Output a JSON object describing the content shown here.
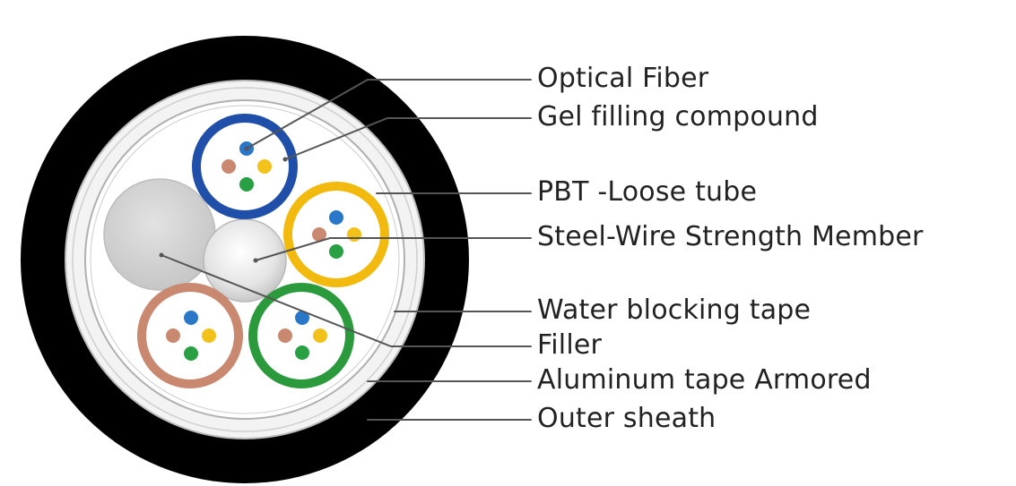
{
  "labels": {
    "optical_fiber": "Optical Fiber",
    "gel_filling_compound": "Gel filling compound",
    "pbt_loose_tube": "PBT -Loose tube",
    "steel_wire_strength_member": "Steel-Wire Strength Member",
    "water_blocking_tape": "Water blocking tape",
    "filler": "Filler",
    "aluminum_tape_armored": "Aluminum tape Armored",
    "outer_sheath": "Outer sheath"
  },
  "colors": {
    "outer_sheath": "#000000",
    "leader_line": "#555555",
    "tube_blue": "#1f4fa8",
    "tube_yellow": "#f2b90f",
    "tube_brown": "#c98870",
    "tube_green": "#2a9a3c",
    "fiber_blue": "#2877c8",
    "fiber_yellow": "#f3c21a",
    "fiber_brown": "#c98870",
    "fiber_green": "#29a043",
    "filler_gray": "#d2d2d2",
    "steel_wire_gray": "#e6e6e6"
  }
}
